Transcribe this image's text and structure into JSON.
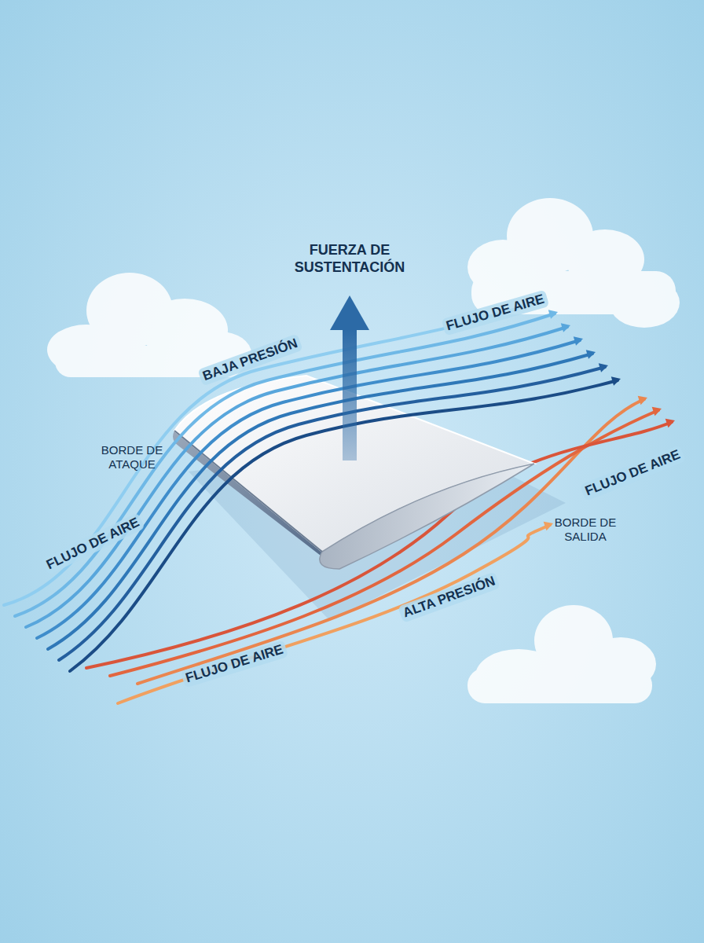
{
  "diagram": {
    "labels": [
      "FUERZA DE SUSTENTACIÓN",
      "FLUJO DE AIRE",
      "BAJA PRESIÓN",
      "BORDE DE ATAQUE",
      "FLUJO DE AIRE",
      "FLUJO DE AIRE",
      "BORDE DE SALIDA",
      "ALTA PRESIÓN",
      "FLUJO DE AIRE"
    ]
  }
}
